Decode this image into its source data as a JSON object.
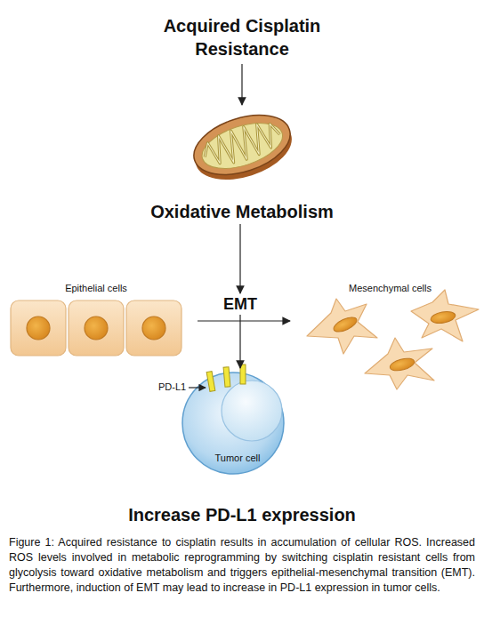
{
  "diagram": {
    "caption": "Figure 1: Acquired resistance to cisplatin results in accumulation of cellular ROS. Increased ROS levels involved in metabolic reprogramming by switching cisplatin resistant cells from glycolysis toward oxidative metabolism and triggers epithelial-mesenchymal transition (EMT). Furthermore, induction of EMT may lead to increase in PD-L1 expression in tumor cells.",
    "nodes": [
      {
        "text": [
          "Acquired Cisplatin Resistance"
        ]
      },
      {
        "text": [
          "Oxidative Metabolism"
        ]
      },
      {
        "text": [
          "Epithelial cells"
        ]
      },
      {
        "text": [
          "EMT"
        ]
      },
      {
        "text": [
          "Mesenchymal cells"
        ]
      },
      {
        "text": [
          "Tumor cell",
          "Increase PD-L1 expression"
        ]
      }
    ],
    "edges": [
      {
        "from": 0,
        "to": 1,
        "arrow": "to"
      },
      {
        "from": 1,
        "to": 3,
        "arrow": "to"
      },
      {
        "from": 2,
        "to": 4,
        "arrow": "to"
      },
      {
        "from": 3,
        "to": 5,
        "arrow": "to"
      }
    ],
    "labels": [
      "PD-L1"
    ]
  }
}
